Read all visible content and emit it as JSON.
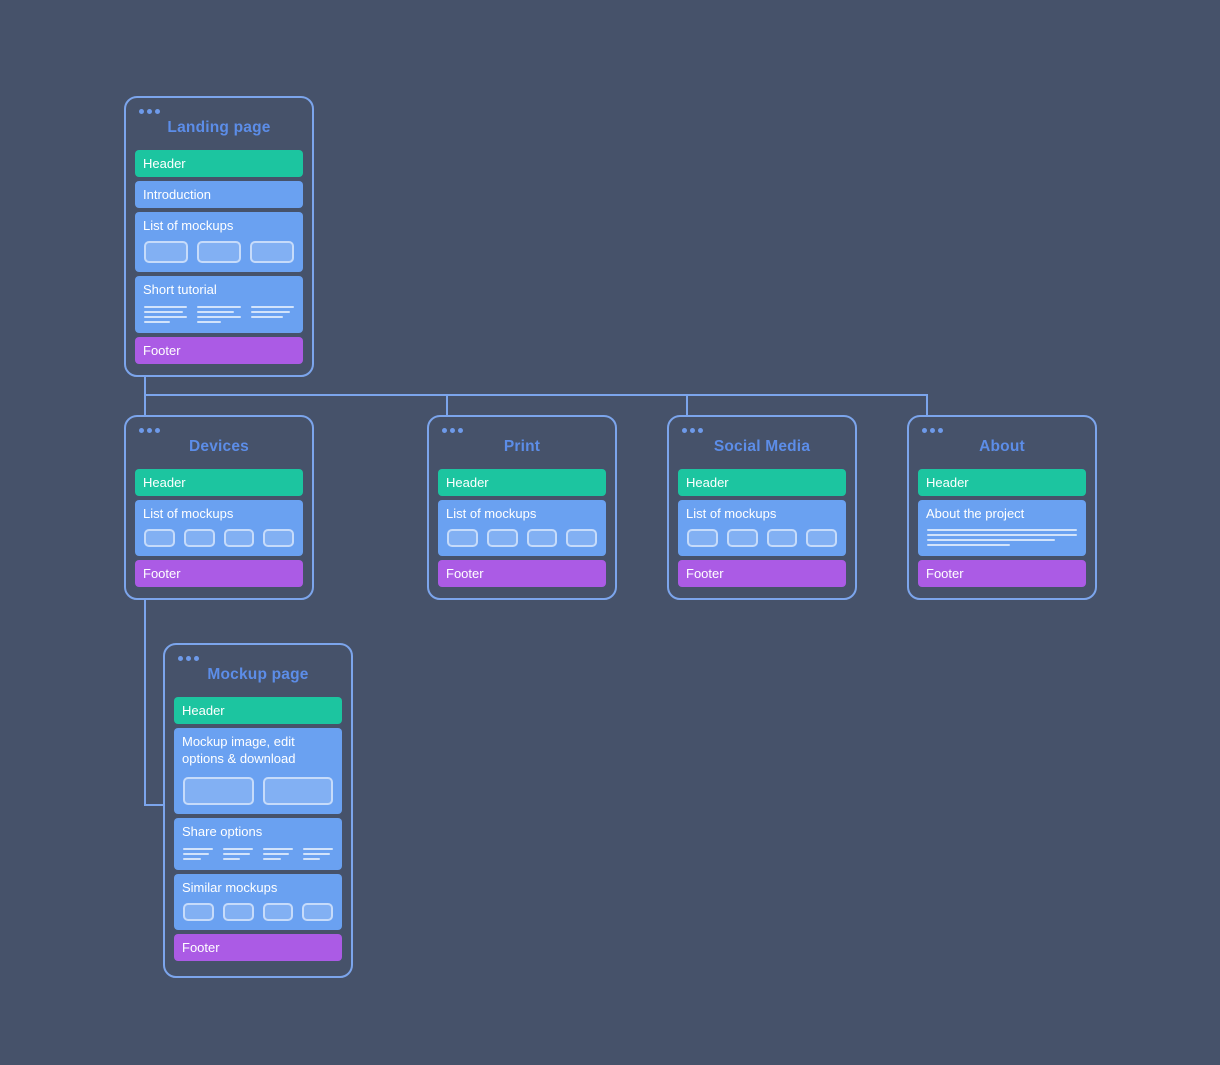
{
  "diagram": {
    "cards": {
      "landing": {
        "title": "Landing page",
        "header": "Header",
        "introduction": "Introduction",
        "list_of_mockups": "List of mockups",
        "short_tutorial": "Short tutorial",
        "footer": "Footer"
      },
      "devices": {
        "title": "Devices",
        "header": "Header",
        "list_of_mockups": "List of mockups",
        "footer": "Footer"
      },
      "print": {
        "title": "Print",
        "header": "Header",
        "list_of_mockups": "List of mockups",
        "footer": "Footer"
      },
      "social_media": {
        "title": "Social Media",
        "header": "Header",
        "list_of_mockups": "List of mockups",
        "footer": "Footer"
      },
      "about": {
        "title": "About",
        "header": "Header",
        "about_the_project": "About the project",
        "footer": "Footer"
      },
      "mockup": {
        "title": "Mockup page",
        "header": "Header",
        "mockup_image": "Mockup image, edit options & download",
        "share_options": "Share options",
        "similar_mockups": "Similar mockups",
        "footer": "Footer"
      }
    },
    "colors": {
      "background": "#46526A",
      "card_border": "#7CA5EC",
      "connector_line": "#7CA5EC",
      "card_title_text": "#5C8DE8",
      "window_dots": "#6E9AEA",
      "header_block": "#1CC5A0",
      "content_block": "#6AA1F1",
      "footer_block": "#AB5BE5",
      "block_text": "#FFFFFF"
    }
  }
}
